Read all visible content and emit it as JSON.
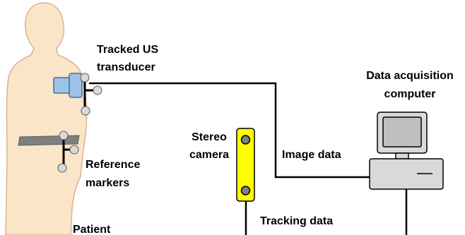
{
  "labels": {
    "tracked_us_line1": "Tracked US",
    "tracked_us_line2": "transducer",
    "computer_line1": "Data acquisition",
    "computer_line2": "computer",
    "stereo_line1": "Stereo",
    "stereo_line2": "camera",
    "image_data": "Image data",
    "reference_line1": "Reference",
    "reference_line2": "markers",
    "tracking_data": "Tracking data",
    "patient": "Patient"
  },
  "colors": {
    "skin": "#fbe5c8",
    "skin_outline": "#d8b58a",
    "transducer": "#9dc3e6",
    "transducer_outline": "#41719c",
    "camera_body": "#ffff00",
    "camera_lens": "#808080",
    "marker": "#d9d9d9",
    "belt": "#7f7f7f",
    "computer": "#d9d9d9",
    "screen": "#bfbfbf",
    "cable": "#000000"
  }
}
